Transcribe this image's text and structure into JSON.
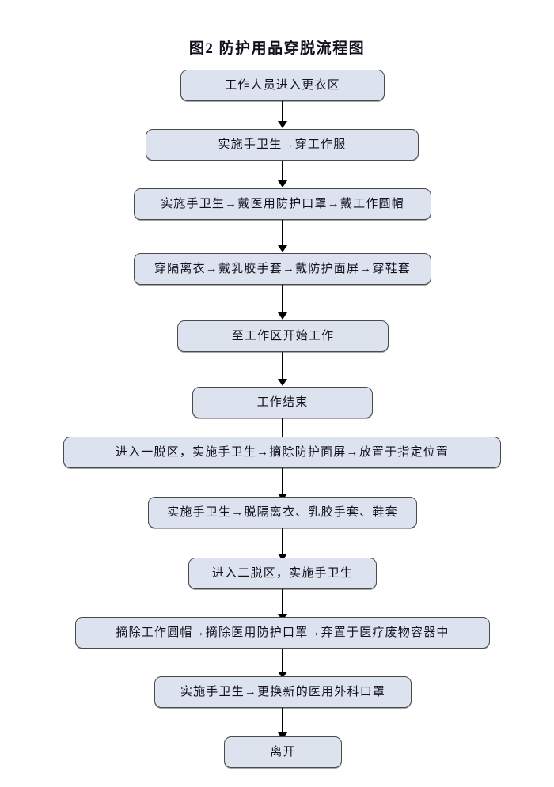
{
  "title": "图2 防护用品穿脱流程图",
  "colors": {
    "node_fill": "#dce3ee",
    "node_border": "#4a4a4a",
    "arrow": "#000000",
    "text": "#12121f",
    "background": "#ffffff"
  },
  "flowchart": {
    "type": "flowchart",
    "orientation": "top-to-bottom",
    "nodes": [
      {
        "id": "n1",
        "label": "工作人员进入更衣区"
      },
      {
        "id": "n2",
        "label": "实施手卫生→穿工作服"
      },
      {
        "id": "n3",
        "label": "实施手卫生→戴医用防护口罩→戴工作圆帽"
      },
      {
        "id": "n4",
        "label": "穿隔离衣→戴乳胶手套→戴防护面屏→穿鞋套"
      },
      {
        "id": "n5",
        "label": "至工作区开始工作"
      },
      {
        "id": "n6",
        "label": "工作结束"
      },
      {
        "id": "n7",
        "label": "进入一脱区，实施手卫生→摘除防护面屏→放置于指定位置"
      },
      {
        "id": "n8",
        "label": "实施手卫生→脱隔离衣、乳胶手套、鞋套"
      },
      {
        "id": "n9",
        "label": "进入二脱区，实施手卫生"
      },
      {
        "id": "n10",
        "label": "摘除工作圆帽→摘除医用防护口罩→弃置于医疗废物容器中"
      },
      {
        "id": "n11",
        "label": "实施手卫生→更换新的医用外科口罩"
      },
      {
        "id": "n12",
        "label": "离开"
      }
    ],
    "edges": [
      {
        "from": "n1",
        "to": "n2"
      },
      {
        "from": "n2",
        "to": "n3"
      },
      {
        "from": "n3",
        "to": "n4"
      },
      {
        "from": "n4",
        "to": "n5"
      },
      {
        "from": "n5",
        "to": "n6"
      },
      {
        "from": "n6",
        "to": "n7"
      },
      {
        "from": "n7",
        "to": "n8"
      },
      {
        "from": "n8",
        "to": "n9"
      },
      {
        "from": "n9",
        "to": "n10"
      },
      {
        "from": "n10",
        "to": "n11"
      },
      {
        "from": "n11",
        "to": "n12"
      }
    ]
  }
}
